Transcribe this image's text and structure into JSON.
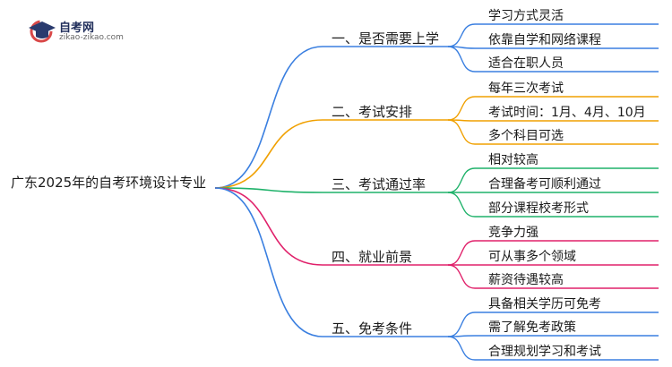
{
  "logo": {
    "name": "自考网",
    "url": "zikao-zikao.com",
    "icon": "graduation-cap-icon",
    "colors": {
      "cap": "#2a3b6e",
      "ring": "#d94848"
    }
  },
  "root": {
    "label": "广东2025年的自考环境设计专业"
  },
  "branches": [
    {
      "label": "一、是否需要上学",
      "color": "#3a7fe0",
      "leaves": [
        "学习方式灵活",
        "依靠自学和网络课程",
        "适合在职人员"
      ]
    },
    {
      "label": "二、考试安排",
      "color": "#f0a000",
      "leaves": [
        "每年三次考试",
        "考试时间：1月、4月、10月",
        "多个科目可选"
      ]
    },
    {
      "label": "三、考试通过率",
      "color": "#1fb26a",
      "leaves": [
        "相对较高",
        "合理备考可顺利通过",
        "部分课程校考形式"
      ]
    },
    {
      "label": "四、就业前景",
      "color": "#e0206a",
      "leaves": [
        "竞争力强",
        "可从事多个领域",
        "薪资待遇较高"
      ]
    },
    {
      "label": "五、免考条件",
      "color": "#3a7fe0",
      "leaves": [
        "具备相关学历可免考",
        "需了解免考政策",
        "合理规划学习和考试"
      ]
    }
  ]
}
